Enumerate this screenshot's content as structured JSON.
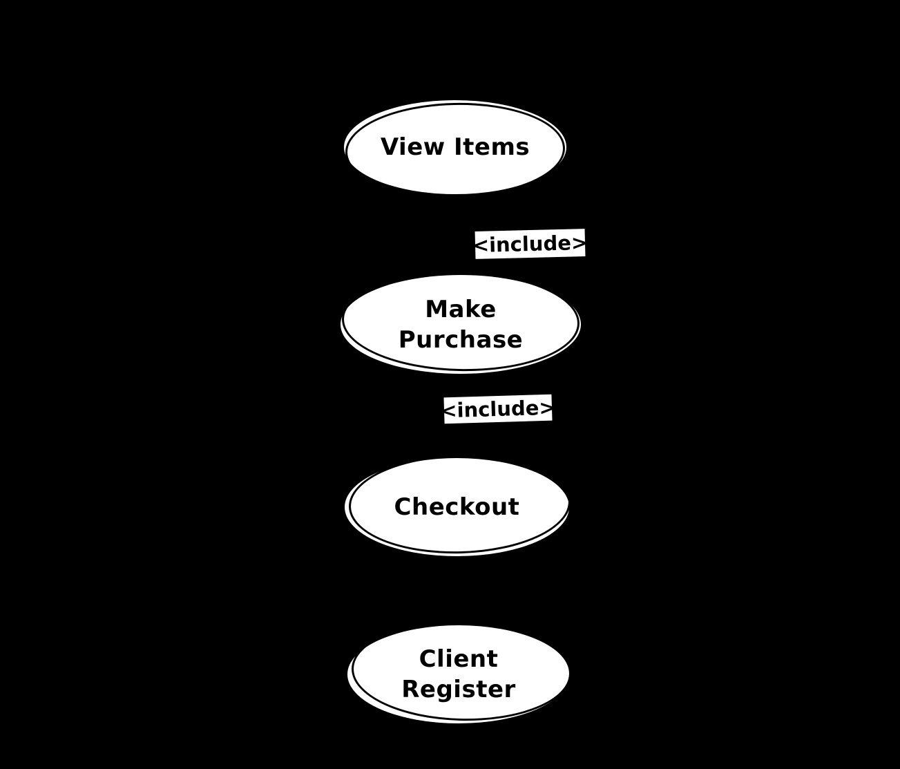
{
  "diagram": {
    "type": "uml-use-case",
    "colors": {
      "background": "#000000",
      "node_fill": "#ffffff",
      "node_text": "#000000"
    },
    "use_cases": [
      {
        "id": "view-items",
        "label": "View Items",
        "lines": [
          "View Items"
        ]
      },
      {
        "id": "make-purchase",
        "label": "Make Purchase",
        "lines": [
          "Make",
          "Purchase"
        ]
      },
      {
        "id": "checkout",
        "label": "Checkout",
        "lines": [
          "Checkout"
        ]
      },
      {
        "id": "client-register",
        "label": "Client Register",
        "lines": [
          "Client",
          "Register"
        ]
      }
    ],
    "stereotype_labels": [
      {
        "id": "include-1",
        "text": "<<include>>"
      },
      {
        "id": "include-2",
        "text": "<<include>>"
      }
    ]
  }
}
